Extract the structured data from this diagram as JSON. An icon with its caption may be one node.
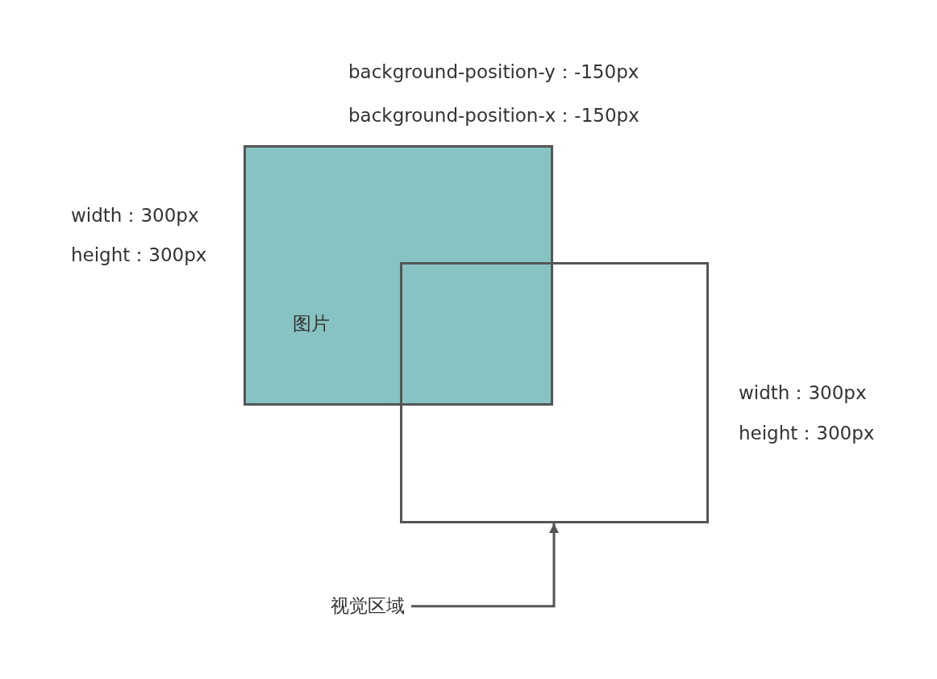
{
  "diagram": {
    "nodes": [
      {
        "text": [
          "图片"
        ]
      },
      {
        "text": [],
        "shape": "box"
      },
      {
        "text": [
          "视觉区域"
        ]
      }
    ],
    "edges": [
      {
        "from": 2,
        "to": 1,
        "arrow": "to"
      }
    ],
    "labels": [
      "background-position-y：-150px",
      "background-position-x：-150px",
      "width：300px",
      "height：300px",
      "width：300px",
      "height：300px"
    ]
  }
}
